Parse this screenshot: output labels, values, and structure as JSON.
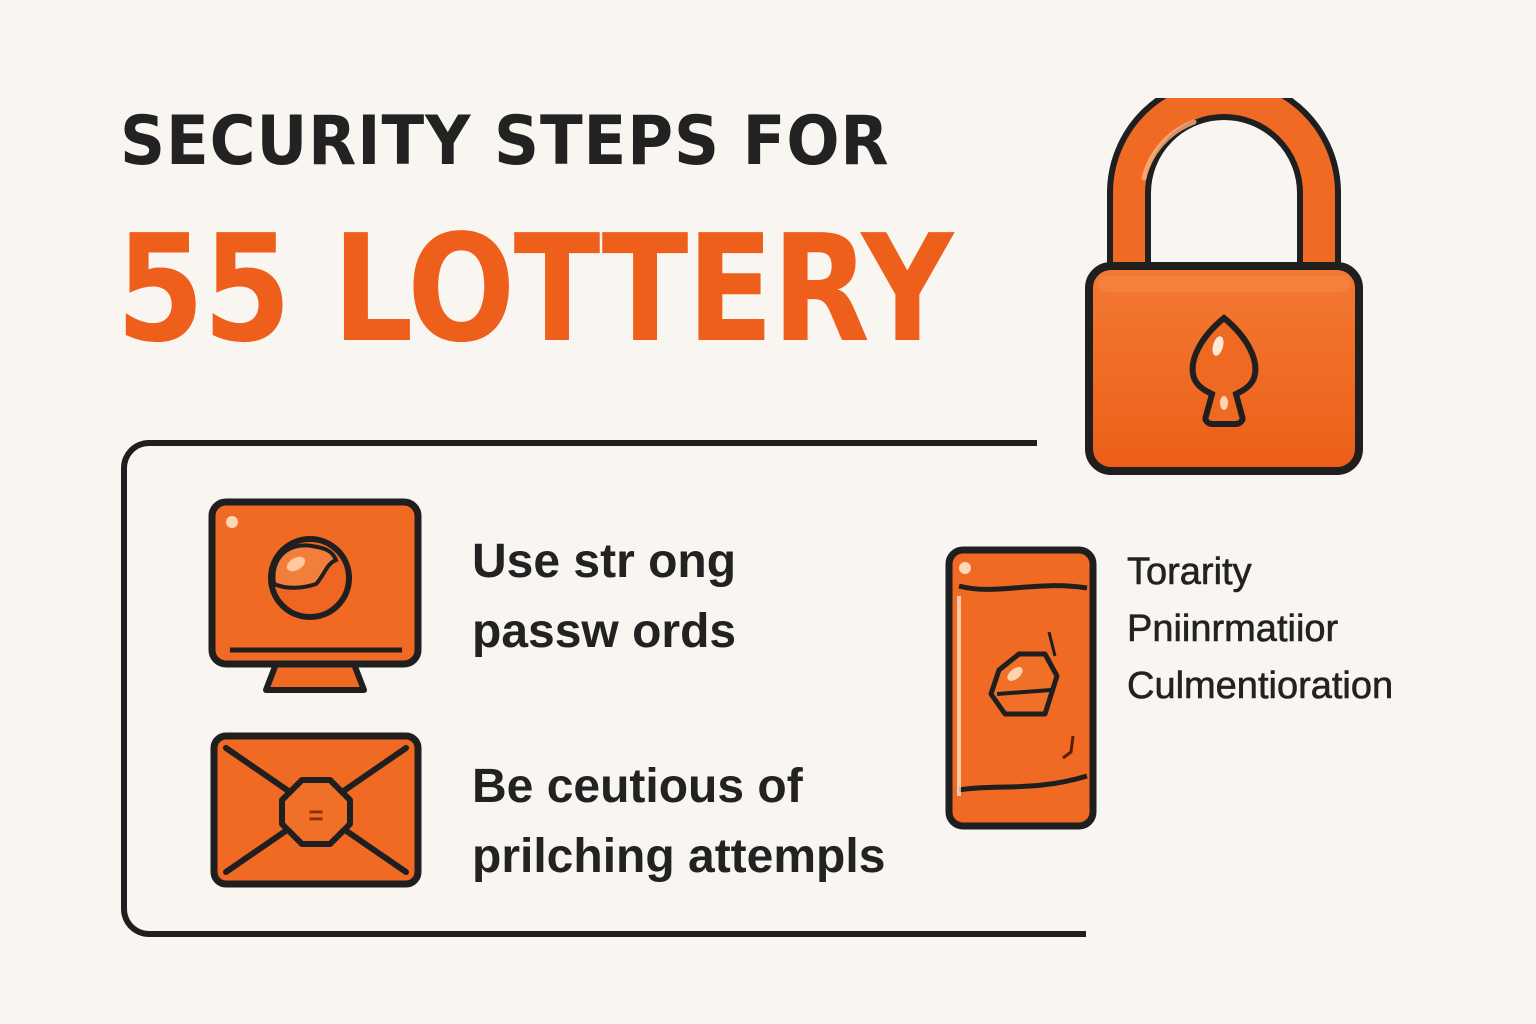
{
  "heading": {
    "line1": "SECURITY STEPS FOR",
    "line2": "55 LOTTERY"
  },
  "colors": {
    "background": "#f9f6f2",
    "accent_orange": "#ee5f1c",
    "icon_fill": "#f26a22",
    "outline": "#1f1f1f",
    "text_dark": "#222222"
  },
  "hero_icon": "padlock-icon",
  "steps": [
    {
      "icon": "monitor-icon",
      "lines": [
        "Use str ong",
        "passw ords"
      ]
    },
    {
      "icon": "envelope-icon",
      "lines": [
        "Be ceutious of",
        "prilching attempls"
      ]
    },
    {
      "icon": "phone-icon",
      "lines": [
        "Torarity",
        "Pniinrmatiior",
        "Culmentioration"
      ]
    }
  ]
}
